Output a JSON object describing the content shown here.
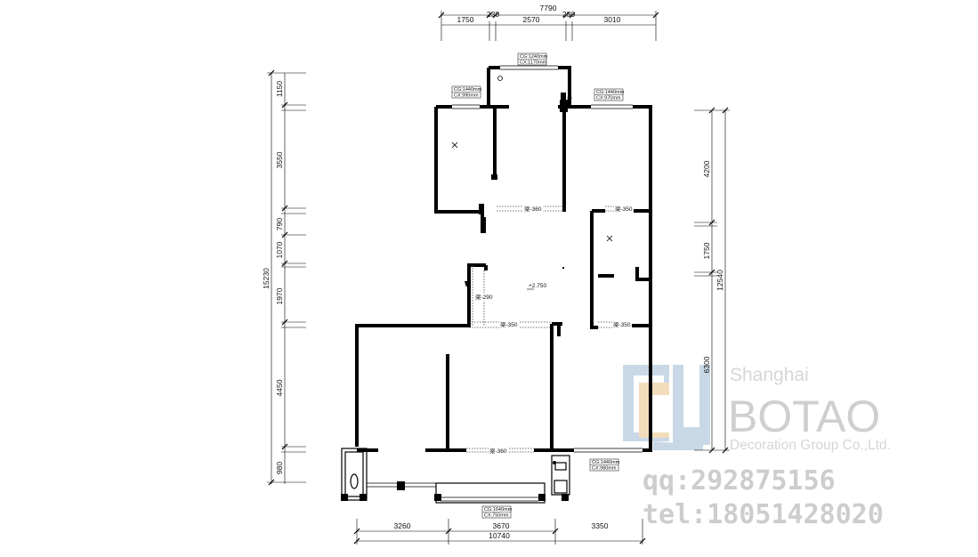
{
  "dimensions": {
    "top": [
      "7790",
      "1750",
      "230",
      "2570",
      "230",
      "3010"
    ],
    "left": [
      "15230",
      "1150",
      "3550",
      "790",
      "1070",
      "1970",
      "4450",
      "980"
    ],
    "right": [
      "12540",
      "4200",
      "1750",
      "6300"
    ],
    "bottom": [
      "10740",
      "3260",
      "3670",
      "3350"
    ]
  },
  "window_tags": [
    {
      "cg": "CG:1240mm",
      "cx": "CX:1170mm"
    },
    {
      "cg": "CG:1440mm",
      "cx": "CX:990mm"
    },
    {
      "cg": "CG:1440mm",
      "cx": "CX:970mm"
    },
    {
      "cg": "CG:1440mm",
      "cx": "CX:980mm"
    },
    {
      "cg": "CG:1640mm",
      "cx": "CX:750mm"
    }
  ],
  "beam_labels": [
    "梁-360",
    "梁-350",
    "梁-290",
    "梁-350",
    "梁-350",
    "梁-360"
  ],
  "ceiling_height": "+2.750",
  "watermark": {
    "city": "Shanghai",
    "brand": "BOTAO",
    "subtitle": "Decoration Group Co.,Ltd.",
    "qq": "qq:292875156",
    "tel": "tel:18051428020"
  },
  "colors": {
    "wall": "#000000",
    "logo_blue": "#c9d8e6",
    "logo_orange": "#f3dcbc",
    "watermark_gray": "#cfcfcf"
  }
}
